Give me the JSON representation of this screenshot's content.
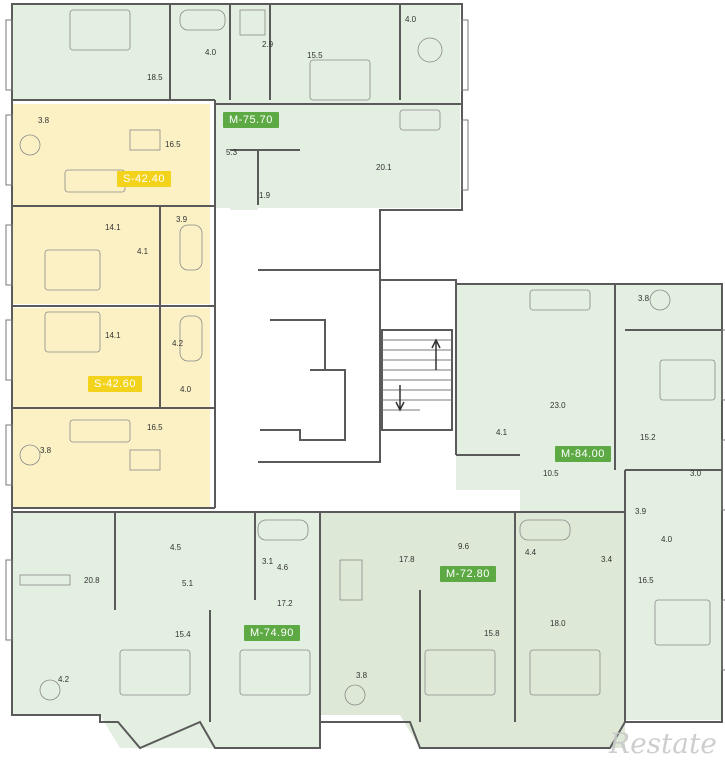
{
  "colors": {
    "green_fill": "#e3efe0",
    "yellow_fill": "#fbf1c4",
    "green_badge": "#5daa45",
    "yellow_badge": "#f2d21a"
  },
  "apartments": [
    {
      "id": "m75",
      "label": "M-75.70",
      "type": "green"
    },
    {
      "id": "s4240",
      "label": "S-42.40",
      "type": "yellow"
    },
    {
      "id": "s4260",
      "label": "S-42.60",
      "type": "yellow"
    },
    {
      "id": "m84",
      "label": "M-84.00",
      "type": "green"
    },
    {
      "id": "m7490",
      "label": "M-74.90",
      "type": "green"
    },
    {
      "id": "m7280",
      "label": "M-72.80",
      "type": "green"
    }
  ],
  "rooms": [
    "18.5",
    "4.0",
    "2.9",
    "15.5",
    "4.0",
    "5.3",
    "20.1",
    "1.9",
    "3.8",
    "16.5",
    "3.9",
    "14.1",
    "4.1",
    "14.1",
    "4.2",
    "4.0",
    "16.5",
    "3.8",
    "3.8",
    "23.0",
    "4.1",
    "15.2",
    "3.0",
    "10.5",
    "3.9",
    "4.0",
    "16.5",
    "9.6",
    "4.5",
    "20.8",
    "5.1",
    "3.1",
    "4.6",
    "17.2",
    "15.4",
    "4.2",
    "17.8",
    "4.4",
    "3.4",
    "18.0",
    "15.8",
    "3.8"
  ],
  "watermark": "Restate"
}
